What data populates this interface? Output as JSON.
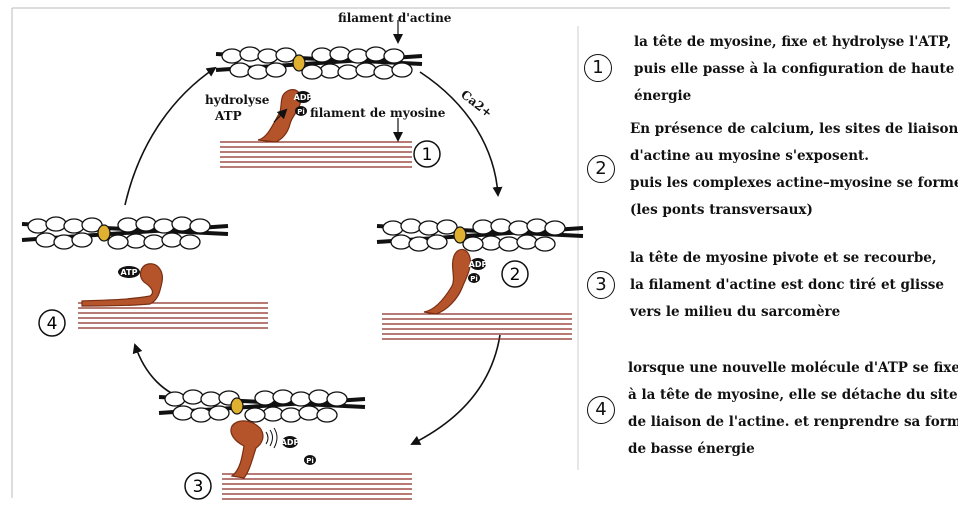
{
  "diagram": {
    "labels": {
      "actin_filament": "filament d'actine",
      "myosin_filament": "filament de myosine",
      "hydrolysis_line1": "hydrolyse",
      "hydrolysis_line2": "ATP",
      "calcium": "Ca2+"
    },
    "molecules": {
      "adp": "ADP",
      "pi": "Pi",
      "atp": "ATP"
    },
    "step_numbers": [
      "1",
      "2",
      "3",
      "4"
    ]
  },
  "legend": [
    {
      "number": "1",
      "lines": [
        "la tête de myosine, fixe et hydrolyse l'ATP,",
        "puis elle passe à la configuration de haute",
        "énergie"
      ]
    },
    {
      "number": "2",
      "lines": [
        "En présence de calcium, les sites de liaisons",
        "d'actine au myosine s'exposent.",
        "puis les complexes actine–myosine se forment",
        "(les ponts transversaux)"
      ]
    },
    {
      "number": "3",
      "lines": [
        "la tête de myosine pivote et se recourbe,",
        "la filament d'actine est donc tiré et glisse",
        "vers le milieu du sarcomère"
      ]
    },
    {
      "number": "4",
      "lines": [
        "lorsque une nouvelle molécule d'ATP se fixe",
        "à la tête de myosine, elle se détache du site",
        "de liaison de l'actine. et renprendre sa forme",
        "de basse énergie"
      ]
    }
  ],
  "colors": {
    "myosin": "#b5542a",
    "myosin_dark": "#7a2e12",
    "filament_line": "#8a2c22",
    "tropomyosin": "#e0b030",
    "ink": "#111111"
  }
}
